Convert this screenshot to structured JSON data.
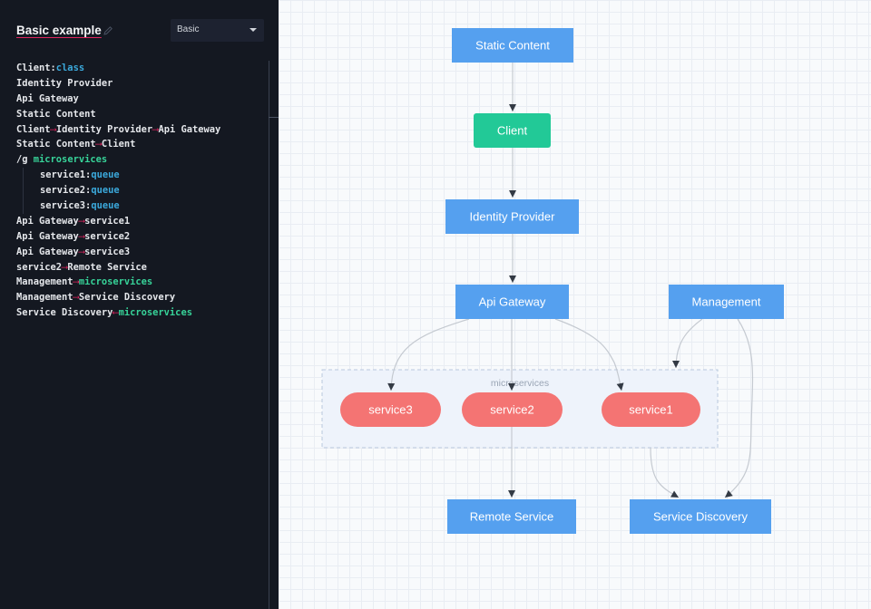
{
  "editor": {
    "title": "Basic example",
    "preset": "Basic",
    "arrow": "⟶",
    "arrow_left": "⟵",
    "lines": [
      {
        "indent": false,
        "parts": [
          {
            "text": "Client:"
          },
          {
            "text": "class",
            "tok": "blue"
          }
        ]
      },
      {
        "indent": false,
        "parts": [
          {
            "text": "Identity Provider"
          }
        ]
      },
      {
        "indent": false,
        "parts": [
          {
            "text": "Api Gateway"
          }
        ]
      },
      {
        "indent": false,
        "parts": [
          {
            "text": "Static Content"
          }
        ]
      },
      {
        "indent": false,
        "parts": [
          {
            "text": "Client"
          },
          {
            "arrow": "right"
          },
          {
            "text": "Identity Provider"
          },
          {
            "arrow": "right"
          },
          {
            "text": "Api Gateway"
          }
        ]
      },
      {
        "indent": false,
        "parts": [
          {
            "text": "Static Content"
          },
          {
            "arrow": "right"
          },
          {
            "text": "Client"
          }
        ]
      },
      {
        "indent": false,
        "parts": [
          {
            "text": "/g "
          },
          {
            "text": "microservices",
            "tok": "green"
          }
        ]
      },
      {
        "indent": true,
        "parts": [
          {
            "text": "service1:"
          },
          {
            "text": "queue",
            "tok": "blue"
          }
        ]
      },
      {
        "indent": true,
        "parts": [
          {
            "text": "service2:"
          },
          {
            "text": "queue",
            "tok": "blue"
          }
        ]
      },
      {
        "indent": true,
        "parts": [
          {
            "text": "service3:"
          },
          {
            "text": "queue",
            "tok": "blue"
          }
        ]
      },
      {
        "indent": false,
        "parts": [
          {
            "text": "Api Gateway"
          },
          {
            "arrow": "right"
          },
          {
            "text": "service1"
          }
        ]
      },
      {
        "indent": false,
        "parts": [
          {
            "text": "Api Gateway"
          },
          {
            "arrow": "right"
          },
          {
            "text": "service2"
          }
        ]
      },
      {
        "indent": false,
        "parts": [
          {
            "text": "Api Gateway"
          },
          {
            "arrow": "right"
          },
          {
            "text": "service3"
          }
        ]
      },
      {
        "indent": false,
        "parts": [
          {
            "text": "service2"
          },
          {
            "arrow": "right"
          },
          {
            "text": "Remote Service"
          }
        ]
      },
      {
        "indent": false,
        "parts": [
          {
            "text": "Management"
          },
          {
            "arrow": "right"
          },
          {
            "text": "microservices",
            "tok": "green"
          }
        ]
      },
      {
        "indent": false,
        "parts": [
          {
            "text": "Management"
          },
          {
            "arrow": "right"
          },
          {
            "text": "Service Discovery"
          }
        ]
      },
      {
        "indent": false,
        "parts": [
          {
            "text": "Service Discovery"
          },
          {
            "arrow": "left"
          },
          {
            "text": "microservices",
            "tok": "green"
          }
        ]
      }
    ]
  },
  "diagram": {
    "colors": {
      "default": "#55a0ef",
      "class": "#22c997",
      "queue": "#f47473",
      "edge": "#c5cad1",
      "arrowhead": "#333a44",
      "group_fill": "#eef3fb",
      "group_border": "#b9c8de"
    },
    "group": {
      "label": "microservices"
    },
    "nodes": [
      {
        "id": "static-content",
        "label": "Static Content",
        "kind": "default"
      },
      {
        "id": "client",
        "label": "Client",
        "kind": "class"
      },
      {
        "id": "identity-provider",
        "label": "Identity Provider",
        "kind": "default"
      },
      {
        "id": "api-gateway",
        "label": "Api Gateway",
        "kind": "default"
      },
      {
        "id": "management",
        "label": "Management",
        "kind": "default"
      },
      {
        "id": "service3",
        "label": "service3",
        "kind": "queue"
      },
      {
        "id": "service2",
        "label": "service2",
        "kind": "queue"
      },
      {
        "id": "service1",
        "label": "service1",
        "kind": "queue"
      },
      {
        "id": "remote-service",
        "label": "Remote Service",
        "kind": "default"
      },
      {
        "id": "service-discovery",
        "label": "Service Discovery",
        "kind": "default"
      }
    ],
    "edges": [
      {
        "from": "static-content",
        "to": "client"
      },
      {
        "from": "client",
        "to": "identity-provider"
      },
      {
        "from": "identity-provider",
        "to": "api-gateway"
      },
      {
        "from": "api-gateway",
        "to": "service1"
      },
      {
        "from": "api-gateway",
        "to": "service2"
      },
      {
        "from": "api-gateway",
        "to": "service3"
      },
      {
        "from": "service2",
        "to": "remote-service"
      },
      {
        "from": "management",
        "to": "microservices"
      },
      {
        "from": "management",
        "to": "service-discovery"
      },
      {
        "from": "microservices",
        "to": "service-discovery"
      }
    ]
  }
}
